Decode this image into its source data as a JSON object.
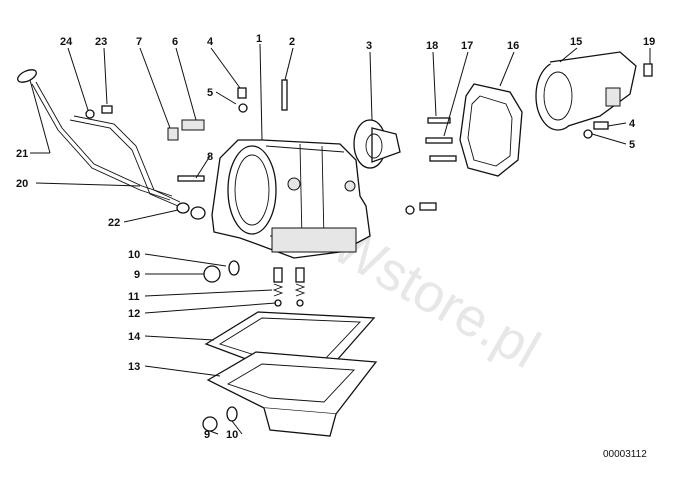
{
  "diagram": {
    "callouts": [
      {
        "id": "c24",
        "label": "24"
      },
      {
        "id": "c23",
        "label": "23"
      },
      {
        "id": "c7",
        "label": "7"
      },
      {
        "id": "c6",
        "label": "6"
      },
      {
        "id": "c4a",
        "label": "4"
      },
      {
        "id": "c1",
        "label": "1"
      },
      {
        "id": "c2",
        "label": "2"
      },
      {
        "id": "c3",
        "label": "3"
      },
      {
        "id": "c18",
        "label": "18"
      },
      {
        "id": "c17",
        "label": "17"
      },
      {
        "id": "c16",
        "label": "16"
      },
      {
        "id": "c15",
        "label": "15"
      },
      {
        "id": "c19",
        "label": "19"
      },
      {
        "id": "c5a",
        "label": "5"
      },
      {
        "id": "c21",
        "label": "21"
      },
      {
        "id": "c8",
        "label": "8"
      },
      {
        "id": "c20",
        "label": "20"
      },
      {
        "id": "c4b",
        "label": "4"
      },
      {
        "id": "c5b",
        "label": "5"
      },
      {
        "id": "c22",
        "label": "22"
      },
      {
        "id": "c10a",
        "label": "10"
      },
      {
        "id": "c9a",
        "label": "9"
      },
      {
        "id": "c11",
        "label": "11"
      },
      {
        "id": "c12",
        "label": "12"
      },
      {
        "id": "c14",
        "label": "14"
      },
      {
        "id": "c13",
        "label": "13"
      },
      {
        "id": "c9b",
        "label": "9"
      },
      {
        "id": "c10b",
        "label": "10"
      }
    ],
    "watermark": "BMWstore.pl",
    "reference_code": "00003112"
  }
}
